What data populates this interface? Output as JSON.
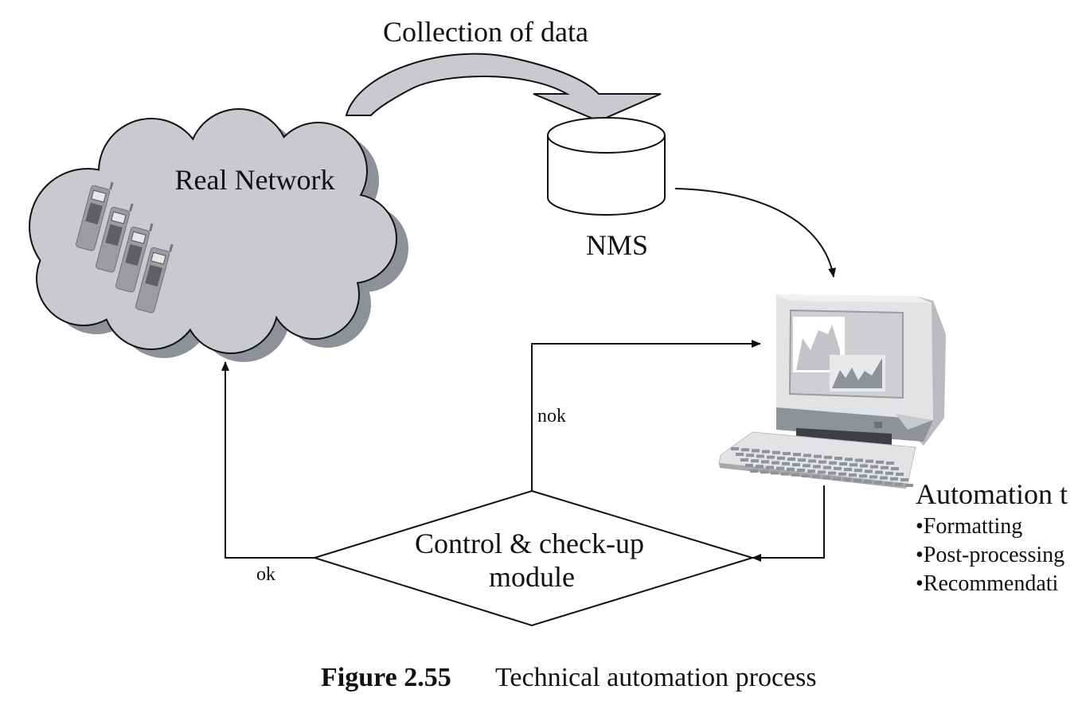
{
  "diagram": {
    "collection_label": "Collection of data",
    "cloud_label": "Real Network",
    "database_label": "NMS",
    "nok_label": "nok",
    "ok_label": "ok",
    "decision_line1": "Control & check-up",
    "decision_line2": "module",
    "automation_title": "Automation t",
    "automation_items": [
      "•Formatting",
      "•Post-processing",
      "•Recommendati"
    ],
    "icons": [
      "cloud-icon",
      "mobile-phone-icon",
      "database-cylinder-icon",
      "computer-monitor-icon",
      "keyboard-icon"
    ],
    "colors": {
      "cloud_fill": "#c8cacf",
      "cloud_shadow": "#8e9197",
      "arrow_band": "#c8cacf"
    }
  },
  "caption": {
    "number": "Figure 2.55",
    "text": "Technical automation process"
  }
}
